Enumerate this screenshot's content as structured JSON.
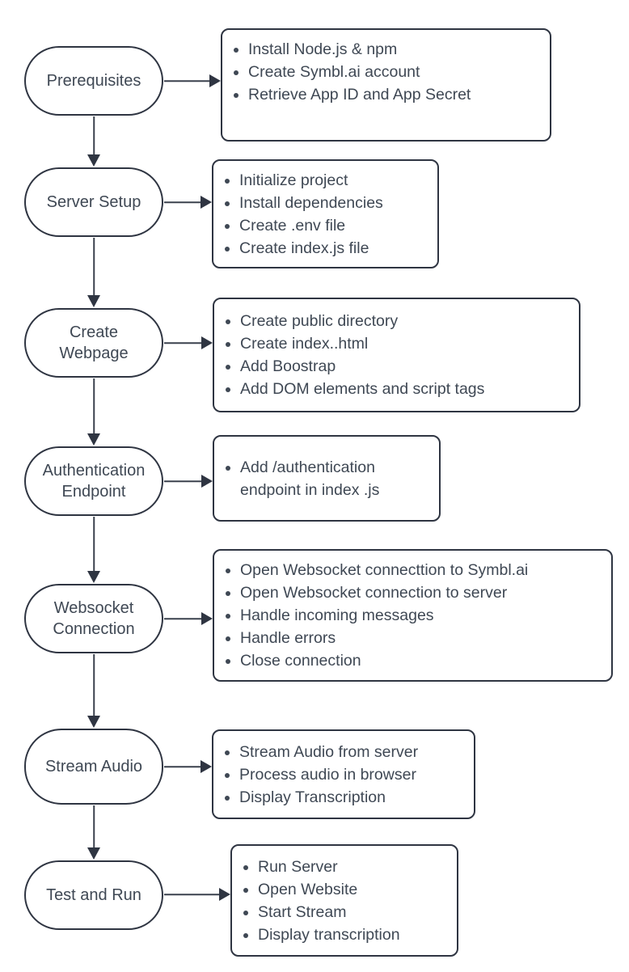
{
  "colors": {
    "stroke": "#2f3542",
    "text": "#3f4854",
    "background": "#ffffff"
  },
  "steps": [
    {
      "label": "Prerequisites",
      "bullets": [
        "Install Node.js & npm",
        "Create Symbl.ai account",
        "Retrieve App ID and App Secret"
      ]
    },
    {
      "label": "Server Setup",
      "bullets": [
        "Initialize project",
        "Install dependencies",
        "Create .env file",
        "Create index.js file"
      ]
    },
    {
      "label": "Create Webpage",
      "bullets": [
        "Create public directory",
        "Create index..html",
        "Add Boostrap",
        "Add DOM elements and script tags"
      ]
    },
    {
      "label": "Authentication Endpoint",
      "bullets": [
        "Add /authentication endpoint in index .js"
      ]
    },
    {
      "label": "Websocket Connection",
      "bullets": [
        "Open Websocket connecttion to Symbl.ai",
        "Open Websocket connection to server",
        "Handle incoming messages",
        "Handle errors",
        "Close connection"
      ]
    },
    {
      "label": "Stream Audio",
      "bullets": [
        "Stream Audio from server",
        "Process audio in browser",
        "Display Transcription"
      ]
    },
    {
      "label": "Test and Run",
      "bullets": [
        "Run Server",
        "Open Website",
        "Start Stream",
        "Display transcription"
      ]
    }
  ]
}
